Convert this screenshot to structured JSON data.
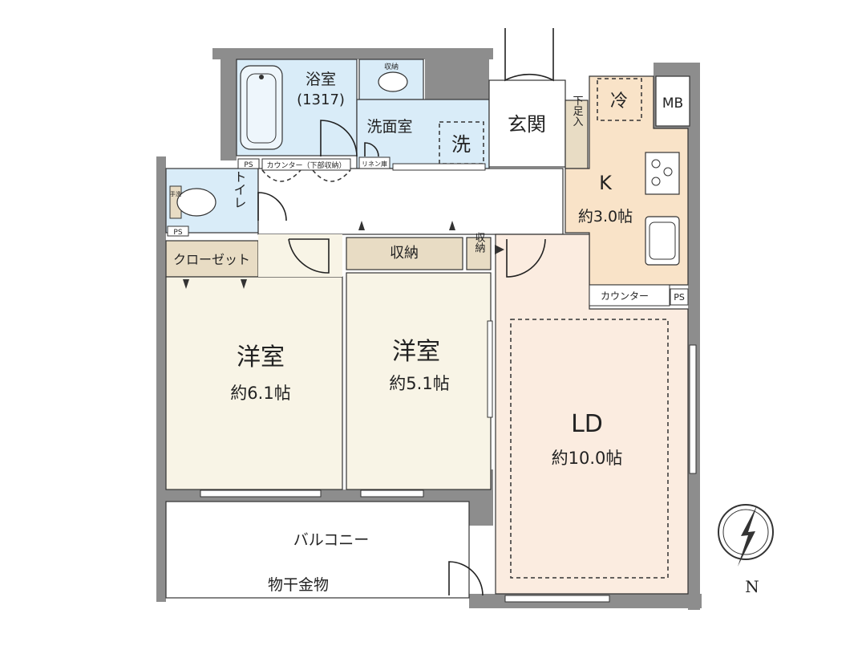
{
  "rooms": {
    "bath": {
      "name": "浴室",
      "size": "(1317)"
    },
    "bath_storage": "収納",
    "washroom": "洗面室",
    "washer": "洗",
    "entrance": "玄関",
    "shoe_box": "下足入",
    "fridge": "冷",
    "mb": "MB",
    "counter_upper": "カウンター（下部収納）",
    "linen": "リネン庫",
    "toilet": "トイレ",
    "toilet_sign": "手洗",
    "ps_top": "PS",
    "ps_left": "PS",
    "ps_right": "PS",
    "closet": "クローゼット",
    "storage_mid": "収納",
    "storage_small": "収納",
    "kitchen": {
      "name": "K",
      "size": "約3.0帖"
    },
    "kitchen_counter": "カウンター",
    "western1": {
      "name": "洋室",
      "size": "約6.1帖"
    },
    "western2": {
      "name": "洋室",
      "size": "約5.1帖"
    },
    "ld": {
      "name": "LD",
      "size": "約10.0帖"
    },
    "balcony": "バルコニー",
    "laundry": "物干金物"
  },
  "compass": {
    "north": "N"
  },
  "colors": {
    "wall": "#8d8d8d",
    "wet_area": "#d9ecf8",
    "kitchen_floor": "#f9e3c8",
    "ld_floor": "#fbece0",
    "western_floor": "#f8f4e6",
    "storage": "#e8dcc4"
  }
}
